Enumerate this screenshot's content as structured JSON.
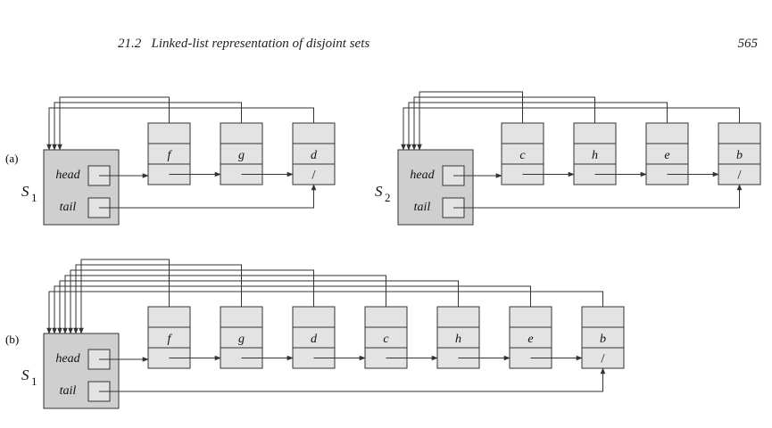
{
  "header": {
    "section_number": "21.2",
    "section_title": "Linked-list representation of disjoint sets",
    "page_number": "565"
  },
  "figure": {
    "colors": {
      "object_fill": "#cfcfcf",
      "node_fill": "#e3e3e3",
      "stroke": "#333333"
    },
    "part_a": {
      "label": "(a)",
      "sets": [
        {
          "set_label": "S",
          "set_subscript": "1",
          "head_label": "head",
          "tail_label": "tail",
          "nodes": [
            "f",
            "g",
            "d"
          ],
          "null_marker": "/"
        },
        {
          "set_label": "S",
          "set_subscript": "2",
          "head_label": "head",
          "tail_label": "tail",
          "nodes": [
            "c",
            "h",
            "e",
            "b"
          ],
          "null_marker": "/"
        }
      ]
    },
    "part_b": {
      "label": "(b)",
      "sets": [
        {
          "set_label": "S",
          "set_subscript": "1",
          "head_label": "head",
          "tail_label": "tail",
          "nodes": [
            "f",
            "g",
            "d",
            "c",
            "h",
            "e",
            "b"
          ],
          "null_marker": "/"
        }
      ]
    }
  }
}
